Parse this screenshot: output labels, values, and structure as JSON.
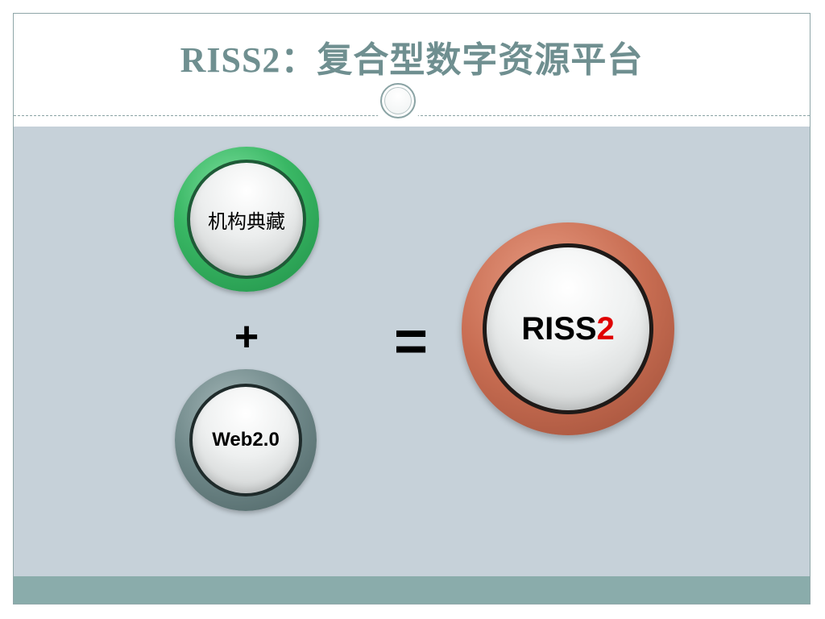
{
  "slide": {
    "title": "RISS2：复合型数字资源平台"
  },
  "diagram": {
    "item_institutional": "机构典藏",
    "item_web": "Web2.0",
    "plus_sign": "+",
    "equals_sign": "=",
    "result_prefix": "RISS",
    "result_suffix": "2"
  },
  "colors": {
    "title": "#6f8f90",
    "content_bg": "#c6d1d9",
    "footer_bar": "#8aacab",
    "green_button": "#39b764",
    "gray_button": "#6e8788",
    "copper_button": "#c86d52",
    "accent_red": "#e00000"
  }
}
